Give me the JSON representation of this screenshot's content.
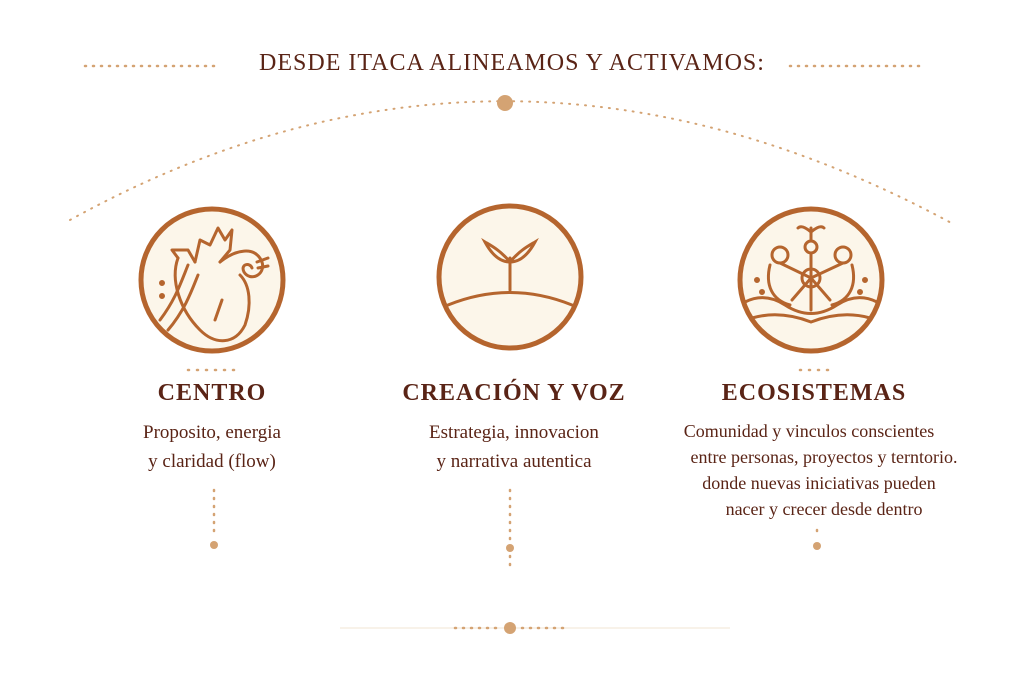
{
  "title": "DESDE ITACA ALINEAMOS Y ACTIVAMOS:",
  "colors": {
    "text": "#5a2416",
    "stroke": "#b5652e",
    "fill": "#fcf6ea",
    "dots": "#d4a373"
  },
  "pillars": [
    {
      "icon": "heart-icon",
      "heading": "CENTRO",
      "lines": [
        "Proposito, energia",
        "y claridad (flow)"
      ]
    },
    {
      "icon": "sprout-icon",
      "heading": "CREACIÓN Y VOZ",
      "lines": [
        "Estrategia, innovacion",
        "y narrativa autentica"
      ]
    },
    {
      "icon": "ecosystem-icon",
      "heading": "ECOSISTEMAS",
      "lines": [
        "Comunidad y vinculos conscientes",
        "entre personas, proyectos y terntorio.",
        "donde nuevas iniciativas pueden",
        "nacer y crecer desde dentro"
      ]
    }
  ]
}
